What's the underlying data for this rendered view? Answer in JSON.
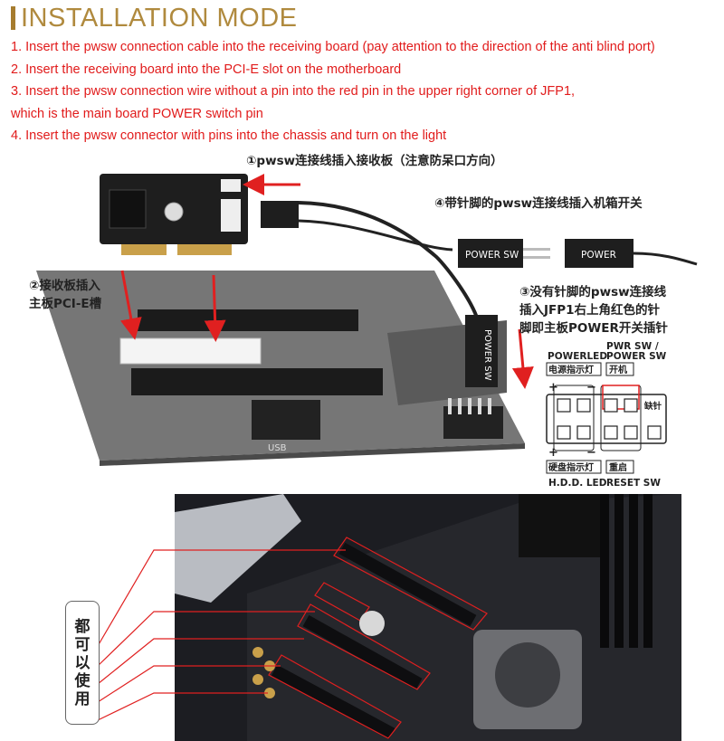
{
  "header": {
    "title": "INSTALLATION MODE"
  },
  "steps": [
    "1. Insert the pwsw connection cable into the receiving board (pay attention to the direction of the anti blind port)",
    "2. Insert the receiving board into the PCI-E slot on the motherboard",
    "3. Insert the pwsw connection wire without a pin into the red pin in the upper right corner of JFP1,",
    "which is the main board POWER switch pin",
    "4. Insert the pwsw connector with pins into the chassis and turn on the light"
  ],
  "diagram": {
    "callout1": "①pwsw连接线插入接收板（注意防呆口方向）",
    "callout4": "④带针脚的pwsw连接线插入机箱开关",
    "callout2_line1": "②接收板插入",
    "callout2_line2": "主板PCI-E槽",
    "callout3_line1": "③没有针脚的pwsw连接线",
    "callout3_line2": "插入JFP1右上角红色的针",
    "callout3_line3": "脚即主板POWER开关插针",
    "connector_label_1": "POWER SW",
    "connector_label_2": "POWER",
    "connector_label_vertical": "POWER SW",
    "usb_label": "USB",
    "pin_diagram": {
      "pwr_sw_top": "PWR SW /",
      "power_led": "POWERLED",
      "power_sw": "POWER SW",
      "power_led_cn": "电源指示灯",
      "power_sw_cn": "开机",
      "missing_pin": "缺针",
      "hdd_cn": "硬盘指示灯",
      "reset_cn": "重启",
      "hdd_led": "H.D.D. LED",
      "reset_sw": "RESET SW",
      "plus": "+",
      "minus": "−"
    }
  },
  "photo": {
    "usable_chars": [
      "都",
      "可",
      "以",
      "使",
      "用"
    ]
  },
  "colors": {
    "title": "#b08a3e",
    "steps_text": "#e11b1b",
    "arrow": "#e02020",
    "board": "#6b6b6b",
    "slot": "#1a1a1a"
  }
}
